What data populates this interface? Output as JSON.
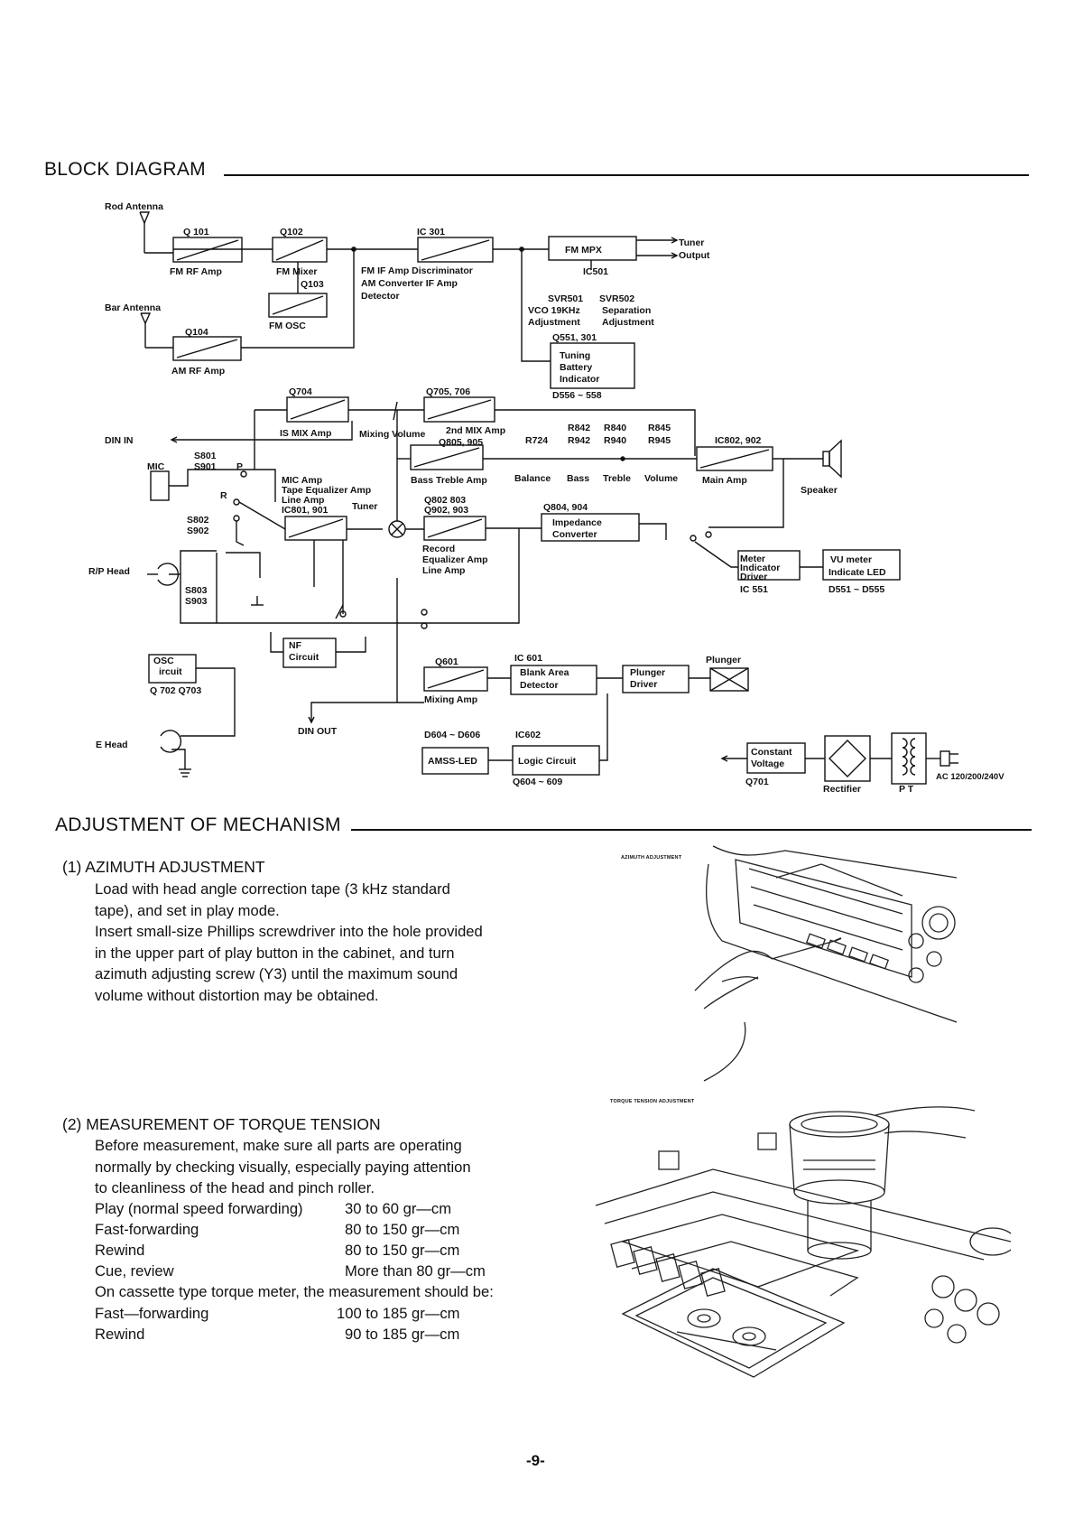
{
  "block_diagram": {
    "title": "BLOCK DIAGRAM",
    "labels": {
      "rod_antenna": "Rod Antenna",
      "bar_antenna": "Bar Antenna",
      "q101": "Q 101",
      "fm_rf_amp": "FM RF Amp",
      "q102": "Q102",
      "fm_mixer": "FM Mixer",
      "q103": "Q103",
      "fm_osc": "FM OSC",
      "q104": "Q104",
      "am_rf_amp": "AM RF Amp",
      "ic301": "IC 301",
      "fm_if_line1": "FM IF Amp Discriminator",
      "fm_if_line2": "AM Converter IF Amp",
      "fm_if_line3": "Detector",
      "fm_mpx": "FM MPX",
      "tuner_output_1": "Tuner",
      "tuner_output_2": "Output",
      "ic501": "IC501",
      "svr501": "SVR501",
      "svr502": "SVR502",
      "vco_1": "VCO 19KHz",
      "vco_2": "Adjustment",
      "sep_1": "Separation",
      "sep_2": "Adjustment",
      "q551": "Q551, 301",
      "tuning_1": "Tuning",
      "tuning_2": "Battery",
      "tuning_3": "Indicator",
      "d556": "D556 ~ 558",
      "q704": "Q704",
      "q705": "Q705, 706",
      "is_mix_amp": "IS MIX Amp",
      "mixing_volume": "Mixing Volume",
      "second_mix_amp": "2nd MIX Amp",
      "q805": "Q805, 905",
      "r842": "R842",
      "r840": "R840",
      "r845": "R845",
      "r724": "R724",
      "r942": "R942",
      "r940": "R940",
      "r945": "R945",
      "ic802": "IC802, 902",
      "din_in": "DIN IN",
      "s801": "S801",
      "s901": "S901",
      "p": "P",
      "r": "R",
      "mic": "MIC",
      "mic_amp_1": "MIC Amp",
      "mic_amp_2": "Tape Equalizer Amp",
      "mic_amp_3": "Line Amp",
      "mic_amp_4": "IC801, 901",
      "tuner": "Tuner",
      "bass_treble_amp": "Bass Treble Amp",
      "balance": "Balance",
      "bass": "Bass",
      "treble": "Treble",
      "volume": "Volume",
      "main_amp": "Main Amp",
      "speaker": "Speaker",
      "s802": "S802",
      "s902": "S902",
      "q802_1": "Q802  803",
      "q802_2": "Q902, 903",
      "q804": "Q804, 904",
      "impedance_1": "Impedance",
      "impedance_2": "Converter",
      "rp_head": "R/P Head",
      "record_1": "Record",
      "record_2": "Equalizer Amp",
      "record_3": "Line Amp",
      "meter_1": "Meter",
      "meter_2": "Indicator",
      "meter_3": "Driver",
      "ic551": "IC 551",
      "vu_1": "VU meter",
      "vu_2": "Indicate LED",
      "d551": "D551 ~ D555",
      "s803": "S803",
      "s903": "S903",
      "nf_1": "NF",
      "nf_2": "Circuit",
      "osc_1": "OSC",
      "osc_2": "ircuit",
      "q702": "Q 702 Q703",
      "q601": "Q601",
      "ic601": "IC 601",
      "blank_1": "Blank Area",
      "blank_2": "Detector",
      "plunger_driver_1": "Plunger",
      "plunger_driver_2": "Driver",
      "plunger": "Plunger",
      "mixing_amp": "Mixing Amp",
      "din_out": "DIN OUT",
      "e_head": "E Head",
      "d604": "D604 ~ D606",
      "ic602": "IC602",
      "amss_led": "AMSS-LED",
      "logic_circuit": "Logic Circuit",
      "q604": "Q604 ~ 609",
      "constant_1": "Constant",
      "constant_2": "Voltage",
      "q701": "Q701",
      "rectifier": "Rectifier",
      "pt": "P T",
      "ac": "AC 120/200/240V"
    }
  },
  "mechanism": {
    "title": "ADJUSTMENT OF MECHANISM",
    "azimuth": {
      "title": "(1)  AZIMUTH ADJUSTMENT",
      "lines": [
        "Load with head angle correction tape (3 kHz standard",
        "tape), and set in play mode.",
        "Insert small-size Phillips screwdriver into the hole provided",
        "in the upper part of play button in the cabinet, and turn",
        "azimuth adjusting screw (Y3) until the maximum sound",
        "volume without distortion may be obtained."
      ],
      "figure_caption": "AZIMUTH ADJUSTMENT"
    },
    "torque": {
      "title": "(2)  MEASUREMENT OF TORQUE TENSION",
      "lines": [
        "Before measurement, make sure all parts are operating",
        "normally by checking visually, especially paying attention",
        "to cleanliness of the head and pinch roller."
      ],
      "specs": [
        {
          "label": "Play (normal speed forwarding)",
          "value": "30 to   60 gr—cm"
        },
        {
          "label": "Fast-forwarding",
          "value": "80 to  150 gr—cm"
        },
        {
          "label": "Rewind",
          "value": "80 to  150 gr—cm"
        },
        {
          "label": "Cue, review",
          "value": "More than 80 gr—cm"
        }
      ],
      "cassette_note": "On cassette type torque meter, the measurement should be:",
      "cassette_specs": [
        {
          "label": "Fast—forwarding",
          "value": "100 to  185 gr—cm"
        },
        {
          "label": "Rewind",
          "value": "90 to  185 gr—cm"
        }
      ],
      "figure_caption": "TORQUE TENSION ADJUSTMENT"
    }
  },
  "page_number": "-9-"
}
